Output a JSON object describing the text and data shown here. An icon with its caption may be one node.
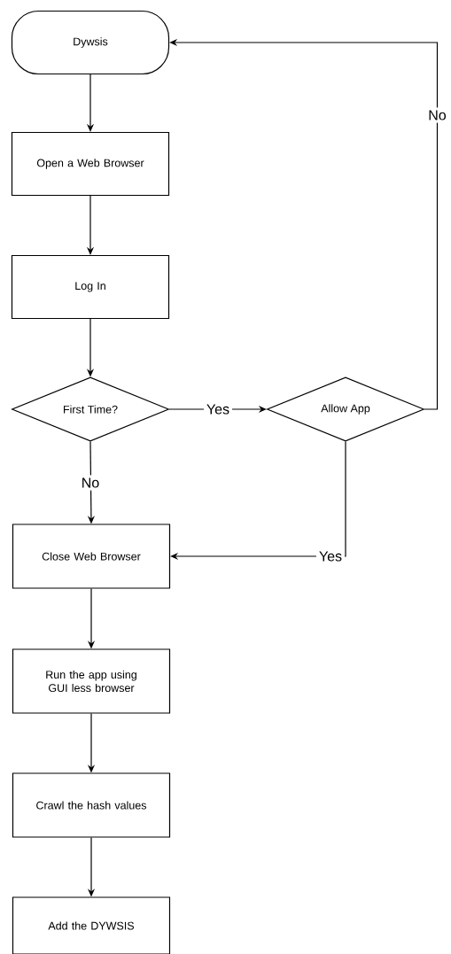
{
  "diagram": {
    "nodes": [
      {
        "text": [
          "Dywsis"
        ]
      },
      {
        "text": [
          "Open a Web Browser"
        ]
      },
      {
        "text": [
          "Log In"
        ]
      },
      {
        "text": [
          "First Time?"
        ]
      },
      {
        "text": [
          "Allow App"
        ]
      },
      {
        "text": [
          "Close Web Browser"
        ]
      },
      {
        "text": [
          "Run the app using GUI less browser"
        ]
      },
      {
        "text": [
          "Crawl the hash values"
        ]
      },
      {
        "text": [
          "Add the DYWSIS"
        ]
      }
    ],
    "edges": [
      {
        "from": 0,
        "to": 1,
        "arrow": "to"
      },
      {
        "from": 1,
        "to": 2,
        "arrow": "to"
      },
      {
        "from": 2,
        "to": 3,
        "arrow": "to"
      },
      {
        "from": 3,
        "to": 4,
        "arrow": "to",
        "label": "Yes"
      },
      {
        "from": 4,
        "to": 0,
        "arrow": "to",
        "label": "No"
      },
      {
        "from": 3,
        "to": 5,
        "arrow": "to",
        "label": "No"
      },
      {
        "from": 4,
        "to": 5,
        "arrow": "to",
        "label": "Yes"
      },
      {
        "from": 5,
        "to": 6,
        "arrow": "to"
      },
      {
        "from": 6,
        "to": 7,
        "arrow": "to"
      },
      {
        "from": 7,
        "to": 8,
        "arrow": "to"
      }
    ]
  }
}
